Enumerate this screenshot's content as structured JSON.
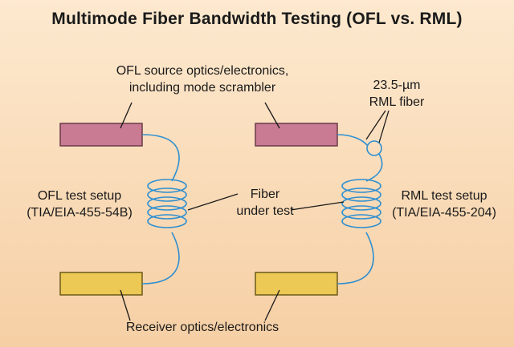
{
  "title": "Multimode Fiber Bandwidth Testing (OFL vs. RML)",
  "labels": {
    "ofl_source": [
      "OFL source optics/electronics,",
      "including mode scrambler"
    ],
    "rml_fiber": [
      "23.5-µm",
      "RML fiber"
    ],
    "ofl_setup": [
      "OFL test setup",
      "(TIA/EIA-455-54B)"
    ],
    "fiber_under_test": [
      "Fiber",
      "under test"
    ],
    "rml_setup": [
      "RML test setup",
      "(TIA/EIA-455-204)"
    ],
    "receiver": "Receiver optics/electronics"
  },
  "colors": {
    "source_box": "#c97b93",
    "receiver_box": "#ecc854",
    "fiber": "#2f8fd0",
    "leader": "#1a1a1a"
  }
}
